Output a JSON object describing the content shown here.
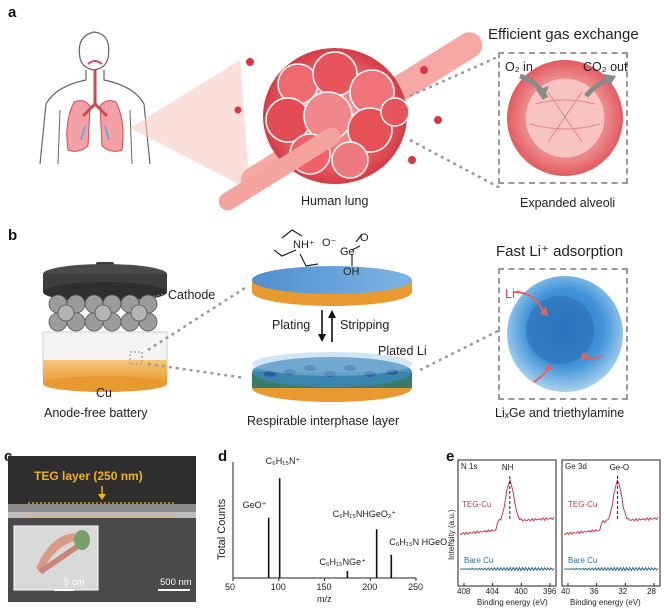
{
  "panels": {
    "a": "a",
    "b": "b",
    "c": "c",
    "d": "d",
    "e": "e"
  },
  "panel_a": {
    "title": "Efficient gas exchange",
    "o2_in": "O₂ in",
    "co2_out": "CO₂ out",
    "lung_label": "Human lung",
    "alveoli_label": "Expanded alveoli"
  },
  "panel_b": {
    "title": "Fast Li⁺ adsorption",
    "li_plus": "Li⁺",
    "cathode": "Cathode",
    "cu": "Cu",
    "battery_label": "Anode-free battery",
    "plating": "Plating",
    "stripping": "Stripping",
    "plated_li": "Plated Li",
    "interphase_label": "Respirable interphase layer",
    "lixge_label": "LiₓGe and triethylamine",
    "molecule_nh": "NH⁺",
    "molecule_o_minus": "O⁻",
    "molecule_ge": "Ge",
    "molecule_o": "O",
    "molecule_oh": "OH"
  },
  "panel_c": {
    "teg_label": "TEG layer (250 nm)",
    "scale_inset": "5 cm",
    "scale_main": "500 nm"
  },
  "panel_d": {
    "chart_data": {
      "type": "bar",
      "xlabel": "m/z",
      "ylabel": "Total Counts",
      "xlim": [
        50,
        250
      ],
      "xticks": [
        50,
        100,
        150,
        200,
        250
      ],
      "peaks": [
        {
          "x": 89,
          "y": 0.52,
          "label": "GeO⁺"
        },
        {
          "x": 101,
          "y": 0.86,
          "label": "C₆H₁₅N⁺"
        },
        {
          "x": 175,
          "y": 0.06,
          "label": "C₆H₁₅NGe⁺"
        },
        {
          "x": 207,
          "y": 0.42,
          "label": "C₆H₁₅NHGeO₂⁺"
        },
        {
          "x": 223,
          "y": 0.2,
          "label": "C₆H₁₅N HGeO₃⁻"
        }
      ]
    }
  },
  "panel_e": {
    "ylabel": "Intensity (a.u.)",
    "xlabel": "Binding energy (eV)",
    "n1s": {
      "chart_data": {
        "type": "line",
        "title": "N 1s",
        "xticks": [
          408,
          404,
          400,
          396
        ],
        "peak_label": "NH",
        "series": [
          {
            "name": "TEG-Cu",
            "color": "#c0404a"
          },
          {
            "name": "Bare Cu",
            "color": "#2c6f8f"
          }
        ]
      }
    },
    "ge3d": {
      "chart_data": {
        "type": "line",
        "title": "Ge 3d",
        "xticks": [
          40,
          36,
          32,
          28
        ],
        "peak_label": "Ge-O",
        "series": [
          {
            "name": "TEG-Cu",
            "color": "#c0404a"
          },
          {
            "name": "Bare Cu",
            "color": "#2c6f8f"
          }
        ]
      }
    }
  }
}
